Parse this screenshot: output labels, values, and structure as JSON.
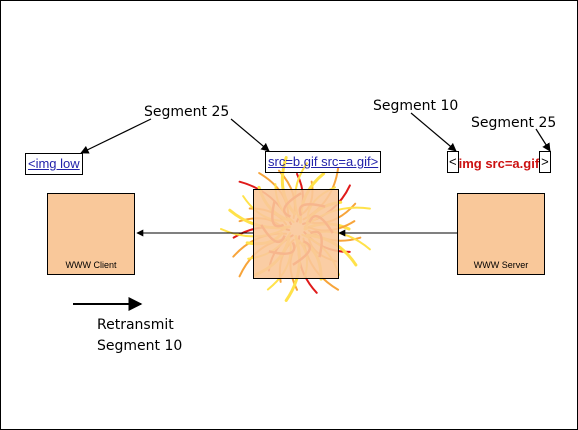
{
  "labels": {
    "segment25_left": "Segment 25",
    "segment10": "Segment 10",
    "segment25_right": "Segment 25",
    "retransmit_line1": "Retransmit",
    "retransmit_line2": "Segment 10"
  },
  "packets": {
    "client_buffer": "<img low",
    "middle_buffer": "src=b.gif src=a.gif>",
    "server_open": "<",
    "server_mid": "img src=a.gif",
    "server_close": ">"
  },
  "nodes": {
    "client": "WWW Client",
    "server": "WWW Server"
  },
  "colors": {
    "node_fill": "#f9c89a",
    "packet_text": "#2222aa",
    "server_text": "#cc1111",
    "burst_yellow": "#ffe24a",
    "burst_orange": "#f7a43a",
    "burst_red": "#e01a1a"
  }
}
